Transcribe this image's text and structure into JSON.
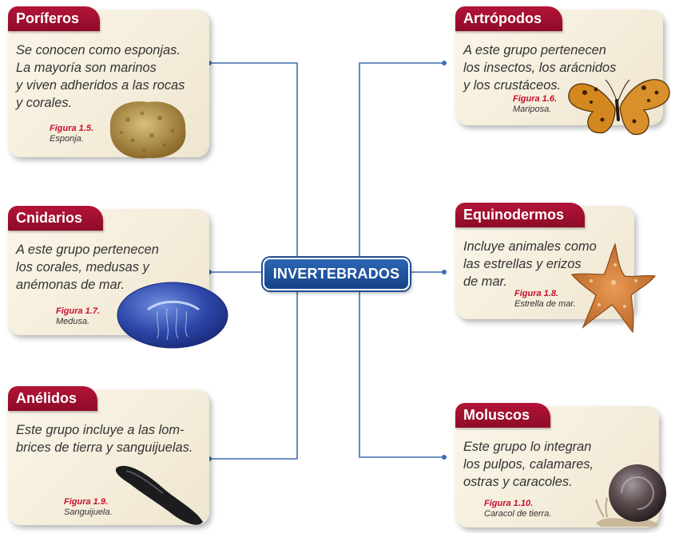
{
  "center": {
    "title": "INVERTEBRADOS"
  },
  "groups": {
    "poriferos": {
      "title": "Poríferos",
      "desc": [
        "Se conocen como esponjas.",
        "La mayoría son marinos",
        "y viven adheridos a las rocas",
        "y corales."
      ],
      "fig": "Figura 1.5.",
      "caption": "Esponja."
    },
    "cnidarios": {
      "title": "Cnidarios",
      "desc": [
        "A este grupo pertenecen",
        "los corales, medusas y",
        "anémonas de mar."
      ],
      "fig": "Figura 1.7.",
      "caption": "Medusa."
    },
    "anelidos": {
      "title": "Anélidos",
      "desc": [
        "Este grupo incluye a las lom-",
        "brices de tierra y sanguijuelas."
      ],
      "fig": "Figura 1.9.",
      "caption": "Sanguijuela."
    },
    "artropodos": {
      "title": "Artrópodos",
      "desc": [
        "A este grupo pertenecen",
        "los insectos, los arácnidos",
        "y los crustáceos."
      ],
      "fig": "Figura 1.6.",
      "caption": "Mariposa."
    },
    "equinodermos": {
      "title": "Equinodermos",
      "desc": [
        "Incluye animales como",
        "las estrellas y erizos",
        "de mar."
      ],
      "fig": "Figura 1.8.",
      "caption": "Estrella de mar."
    },
    "moluscos": {
      "title": "Moluscos",
      "desc": [
        "Este grupo lo integran",
        "los pulpos, calamares,",
        "ostras y caracoles."
      ],
      "fig": "Figura 1.10.",
      "caption": "Caracol de tierra."
    }
  },
  "colors": {
    "tab": "#a01030",
    "center": "#1f4e96",
    "line": "#3d6db0",
    "card": "#f5efdf"
  }
}
